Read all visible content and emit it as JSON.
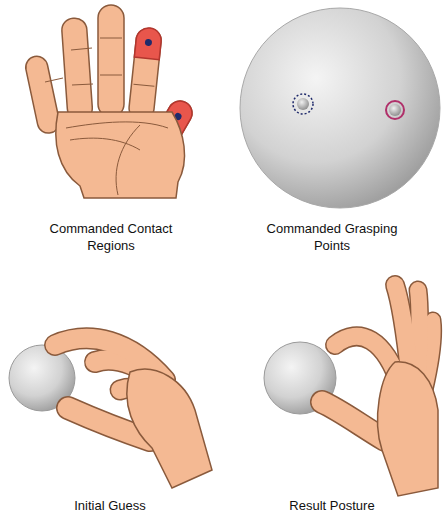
{
  "diagram": {
    "labels": [
      "Commanded Contact Regions",
      "Commanded Grasping Points",
      "Initial Guess",
      "Result Posture"
    ]
  }
}
